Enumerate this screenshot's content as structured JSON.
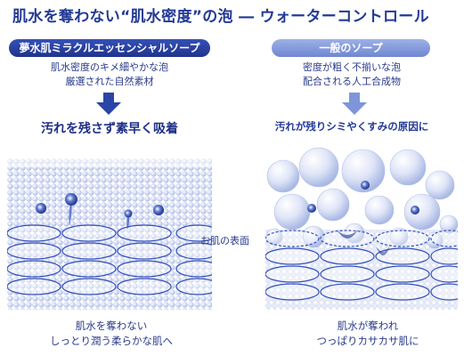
{
  "title": "肌水を奪わない“肌水密度”の泡 ― ウォーターコントロール",
  "left": {
    "badge": "夢水肌ミラクルエッセンシャルソープ",
    "desc_line1": "肌水密度のキメ細やかな泡",
    "desc_line2": "厳選された自然素材",
    "headline": "汚れを残さず素早く吸着",
    "caption_line1": "肌水を奪わない",
    "caption_line2": "しっとり潤う柔らかな肌へ"
  },
  "right": {
    "badge": "一般のソープ",
    "desc_line1": "密度が粗く不揃いな泡",
    "desc_line2": "配合される人工合成物",
    "headline": "汚れが残りシミやくすみの原因に",
    "caption_line1": "肌水が奪われ",
    "caption_line2": "つっぱりカサカサ肌に"
  },
  "skin_surface_label": "お肌の表面",
  "colors": {
    "dark_blue": "#1d2f86",
    "mid_blue": "#3550b8",
    "light_blue": "#9db0e8",
    "foam": "#c9d4ef"
  }
}
